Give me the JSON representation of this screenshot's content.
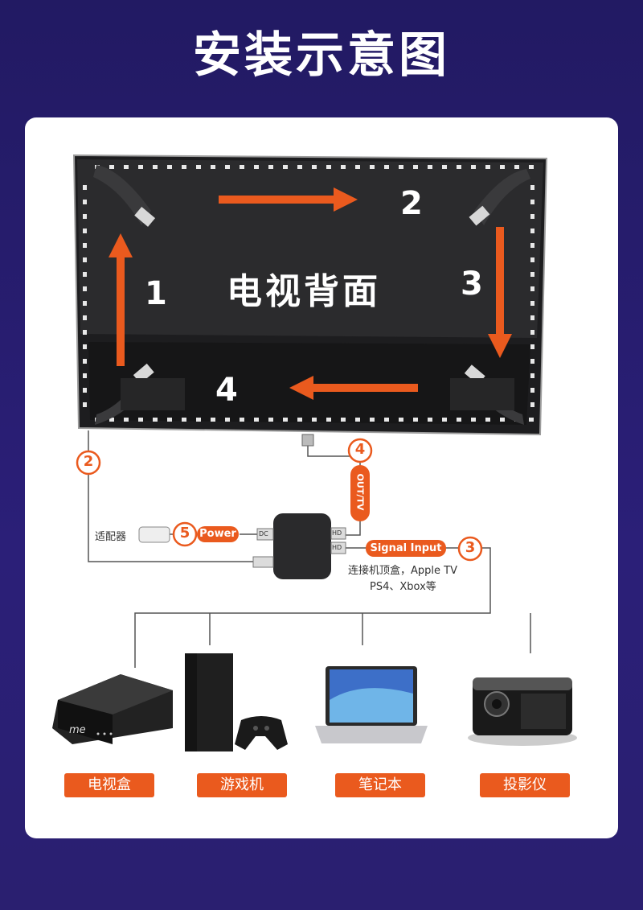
{
  "title": "安装示意图",
  "tv": {
    "label": "电视背面",
    "steps": [
      "1",
      "2",
      "3",
      "4"
    ]
  },
  "connections": {
    "markers": [
      "2",
      "4",
      "5",
      "3"
    ],
    "out_tv": "OUT/TV",
    "power": "Power",
    "signal_input": "Signal Input",
    "adapter": "适配器",
    "port_dc": "DC",
    "port_hd_top": "HD",
    "port_hd_bottom": "HD",
    "sources_line1": "连接机顶盒，Apple TV",
    "sources_line2": "PS4、Xbox等"
  },
  "devices": [
    {
      "label": "电视盒",
      "logo": "me"
    },
    {
      "label": "游戏机"
    },
    {
      "label": "笔记本"
    },
    {
      "label": "投影仪"
    }
  ],
  "colors": {
    "accent": "#ea5a1e",
    "background": "#261c6c"
  }
}
